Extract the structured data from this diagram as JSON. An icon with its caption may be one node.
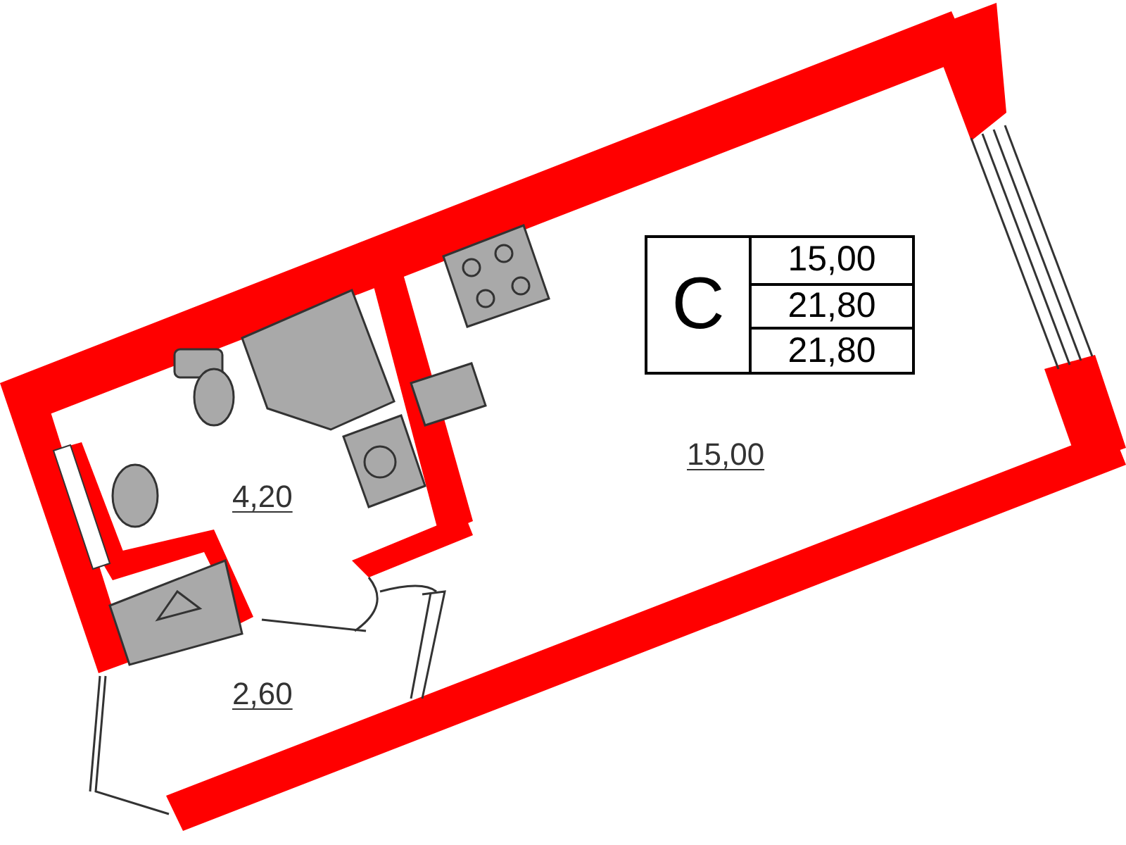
{
  "diagram": {
    "labels": [
      "С",
      "15,00",
      "21,80",
      "21,80",
      "15,00",
      "4,20",
      "2,60"
    ]
  }
}
